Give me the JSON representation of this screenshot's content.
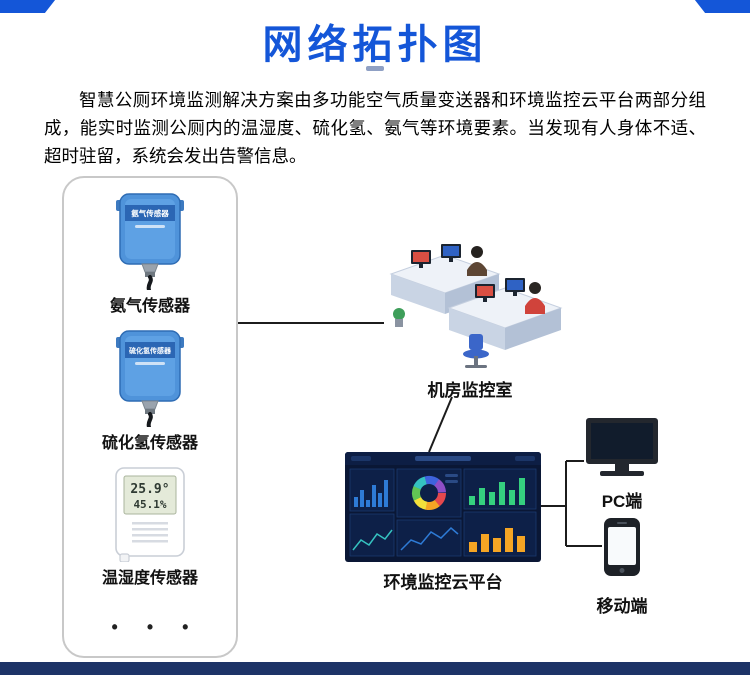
{
  "header": {
    "title": "网络拓扑图"
  },
  "intro": {
    "text": "智慧公厕环境监测解决方案由多功能空气质量变送器和环境监控云平台两部分组成，能实时监测公厕内的温湿度、硫化氢、氨气等环境要素。当发现有人身体不适、超时驻留，系统会发出告警信息。"
  },
  "sensor_panel": {
    "sensors": [
      {
        "name": "氨气传感器",
        "device_text": "氨气传感器"
      },
      {
        "name": "硫化氢传感器",
        "device_text": "硫化氢传感器"
      },
      {
        "name": "温湿度传感器",
        "lcd_temp": "25.9°",
        "lcd_hum": "45.1%"
      }
    ],
    "ellipsis": "• • •"
  },
  "nodes": {
    "monitor_room": "机房监控室",
    "cloud_platform": "环境监控云平台",
    "pc": "PC端",
    "mobile": "移动端"
  },
  "colors": {
    "title_blue": "#1456d8",
    "footer_navy": "#1d3367",
    "sensor_blue": "#4f93da",
    "dashboard_navy": "#0a1735"
  }
}
